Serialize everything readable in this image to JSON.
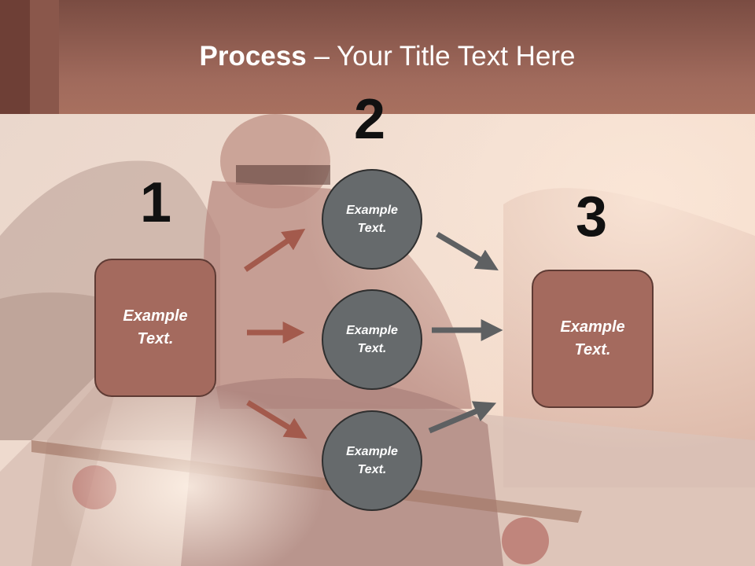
{
  "title": {
    "bold": "Process",
    "rest": " – Your Title Text Here"
  },
  "steps": [
    {
      "number": "1"
    },
    {
      "number": "2"
    },
    {
      "number": "3"
    }
  ],
  "left_box": {
    "text": "Example\nText."
  },
  "circles": [
    {
      "text": "Example\nText."
    },
    {
      "text": "Example\nText."
    },
    {
      "text": "Example\nText."
    }
  ],
  "right_box": {
    "text": "Example\nText."
  },
  "colors": {
    "header": "#a06a5c",
    "box_fill": "#a46a5e",
    "circle_fill": "#666a6c",
    "arrow_left": "#a35a4c",
    "arrow_right": "#5e6062"
  }
}
